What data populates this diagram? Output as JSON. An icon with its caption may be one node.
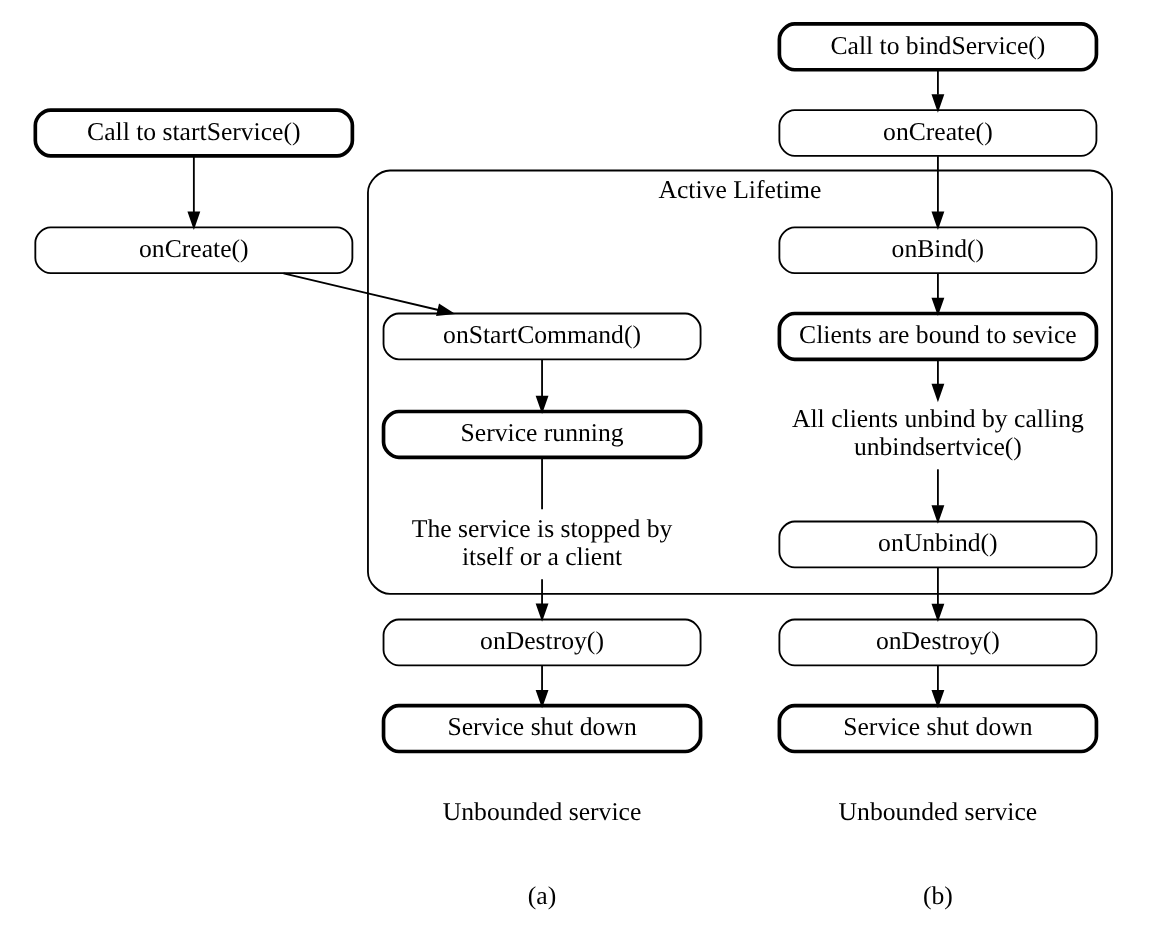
{
  "diagram": {
    "nodes": [
      {
        "text": [
          "Call to startService()"
        ]
      },
      {
        "text": [
          "Call to bindService()"
        ]
      },
      {
        "text": [
          "onCreate()"
        ]
      },
      {
        "text": [
          "onCreate()"
        ]
      },
      {
        "text": [
          "Active Lifetime"
        ]
      },
      {
        "text": [
          "onStartCommand()"
        ],
        "in": 4
      },
      {
        "text": [
          "onBind()"
        ],
        "in": 4
      },
      {
        "text": [
          "Service running"
        ],
        "in": 4
      },
      {
        "text": [
          "Clients are bound to sevice"
        ],
        "in": 4
      },
      {
        "text": [
          "The service is stopped by itself or a client"
        ],
        "in": 4
      },
      {
        "text": [
          "All clients unbind by calling unbindsertvice()"
        ],
        "in": 4
      },
      {
        "text": [
          "onUnbind()"
        ],
        "in": 4
      },
      {
        "text": [
          "onDestroy()"
        ]
      },
      {
        "text": [
          "onDestroy()"
        ]
      },
      {
        "text": [
          "Service shut down"
        ],
        "beside": [
          "Unbounded service"
        ]
      },
      {
        "text": [
          "Service shut down"
        ],
        "beside": [
          "Unbounded service"
        ]
      }
    ],
    "edges": [
      {
        "from": 0,
        "to": 2,
        "arrow": "to"
      },
      {
        "from": 2,
        "to": 5,
        "arrow": "to"
      },
      {
        "from": 5,
        "to": 7,
        "arrow": "to"
      },
      {
        "from": 7,
        "to": 9,
        "arrow": "none"
      },
      {
        "from": 9,
        "to": 12,
        "arrow": "to"
      },
      {
        "from": 12,
        "to": 14,
        "arrow": "to"
      },
      {
        "from": 1,
        "to": 3,
        "arrow": "to"
      },
      {
        "from": 3,
        "to": 6,
        "arrow": "to"
      },
      {
        "from": 6,
        "to": 8,
        "arrow": "to"
      },
      {
        "from": 8,
        "to": 10,
        "arrow": "to"
      },
      {
        "from": 10,
        "to": 11,
        "arrow": "to"
      },
      {
        "from": 11,
        "to": 13,
        "arrow": "to"
      },
      {
        "from": 13,
        "to": 15,
        "arrow": "to"
      }
    ],
    "labels": [
      "(a)",
      "(b)"
    ]
  }
}
